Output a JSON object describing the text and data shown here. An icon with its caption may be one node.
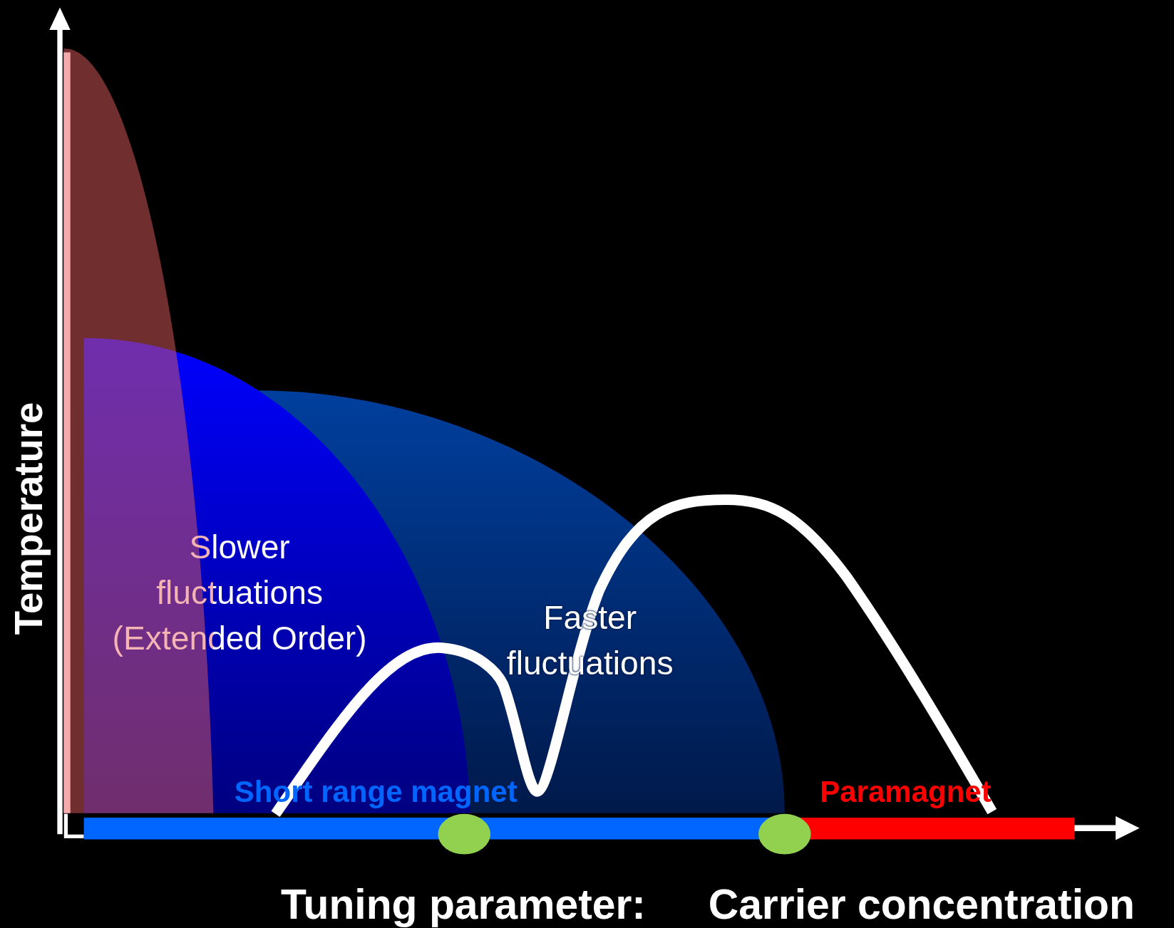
{
  "diagram": {
    "labels": [
      "Slower fluctuations (Extended Order)",
      "Faster fluctuations",
      "Temperature",
      "Short range magnet",
      "Paramagnet",
      "Tuning parameter:",
      "Carrier concentration"
    ]
  }
}
